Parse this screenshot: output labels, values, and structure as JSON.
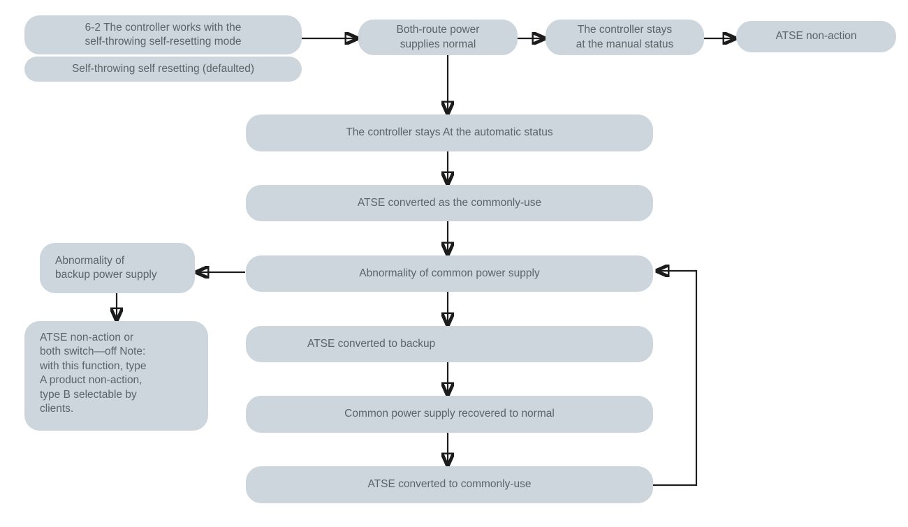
{
  "diagram": {
    "type": "flowchart",
    "title": "6-2 The controller works with the self-throwing self-resetting mode",
    "box_fill": "#ccd6dc",
    "text_color": "#5b6468",
    "edge_color": "#1c1c1c",
    "background": "#ffffff",
    "nodes": [
      {
        "id": "title-mode",
        "label": "6-2 The controller works with the\nself-throwing self-resetting mode"
      },
      {
        "id": "default-mode",
        "label": "Self-throwing self resetting (defaulted)"
      },
      {
        "id": "both-route-normal",
        "label": "Both-route power\nsupplies normal"
      },
      {
        "id": "manual-status",
        "label": "The controller stays\nat the manual status"
      },
      {
        "id": "atse-non-action",
        "label": "ATSE non-action"
      },
      {
        "id": "automatic-status",
        "label": "The controller stays At the automatic status"
      },
      {
        "id": "converted-commonly-use",
        "label": "ATSE converted as the commonly-use"
      },
      {
        "id": "abnormality-common",
        "label": "Abnormality of common power supply"
      },
      {
        "id": "abnormality-backup",
        "label": "Abnormality of\nbackup power supply"
      },
      {
        "id": "note-non-action",
        "label": "ATSE non-action or\nboth switch—off Note:\nwith this function, type\nA product non-action,\ntype B selectable by\nclients."
      },
      {
        "id": "converted-to-backup",
        "label": "ATSE converted to backup"
      },
      {
        "id": "common-recovered",
        "label": "Common power supply recovered to normal"
      },
      {
        "id": "converted-to-commonly-use",
        "label": "ATSE converted to commonly-use"
      }
    ],
    "edges": [
      {
        "from": "title-mode",
        "to": "both-route-normal",
        "direction": "right"
      },
      {
        "from": "both-route-normal",
        "to": "manual-status",
        "direction": "right"
      },
      {
        "from": "manual-status",
        "to": "atse-non-action",
        "direction": "right"
      },
      {
        "from": "both-route-normal",
        "to": "automatic-status",
        "direction": "down"
      },
      {
        "from": "automatic-status",
        "to": "converted-commonly-use",
        "direction": "down"
      },
      {
        "from": "converted-commonly-use",
        "to": "abnormality-common",
        "direction": "down"
      },
      {
        "from": "abnormality-common",
        "to": "abnormality-backup",
        "direction": "left"
      },
      {
        "from": "abnormality-backup",
        "to": "note-non-action",
        "direction": "down"
      },
      {
        "from": "abnormality-common",
        "to": "converted-to-backup",
        "direction": "down"
      },
      {
        "from": "converted-to-backup",
        "to": "common-recovered",
        "direction": "down"
      },
      {
        "from": "common-recovered",
        "to": "converted-to-commonly-use",
        "direction": "down"
      },
      {
        "from": "converted-to-commonly-use",
        "to": "abnormality-common",
        "direction": "feedback-right-loop"
      }
    ]
  }
}
